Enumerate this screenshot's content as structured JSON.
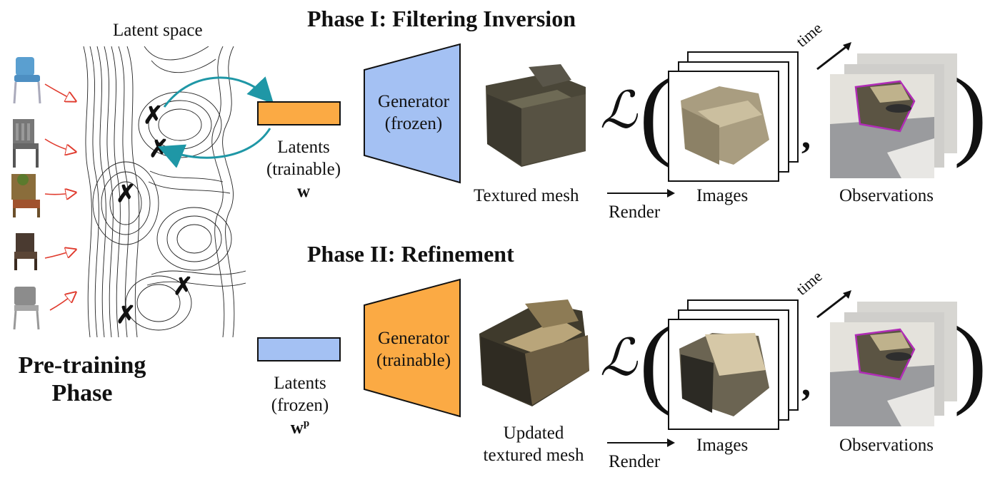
{
  "pretraining": {
    "latent_space_label": "Latent space",
    "phase_line1": "Pre-training",
    "phase_line2": "Phase"
  },
  "phase1": {
    "title": "Phase I: Filtering Inversion",
    "latents_line1": "Latents",
    "latents_line2": "(trainable)",
    "latents_symbol": "w",
    "generator_line1": "Generator",
    "generator_line2": "(frozen)",
    "mesh_label": "Textured mesh",
    "render_label": "Render",
    "images_label": "Images",
    "observations_label": "Observations",
    "time_label": "time",
    "loss_symbol": "ℒ"
  },
  "phase2": {
    "title": "Phase II: Refinement",
    "latents_line1": "Latents",
    "latents_line2": "(frozen)",
    "latents_symbol": "w",
    "latents_superscript": "p",
    "generator_line1": "Generator",
    "generator_line2": "(trainable)",
    "mesh_line1": "Updated",
    "mesh_line2": "textured mesh",
    "render_label": "Render",
    "images_label": "Images",
    "observations_label": "Observations",
    "time_label": "time",
    "loss_symbol": "ℒ"
  },
  "colors": {
    "latent_orange": "#FBAA44",
    "latent_blue": "#A4C1F3",
    "generator_blue": "#A4C1F3",
    "generator_orange": "#FBAA44",
    "teal_arrow": "#1F97A6",
    "red_arrow": "#E03B2E",
    "mask_outline": "#B02CB6"
  },
  "icons": [
    "chair-thumbnail",
    "armchair-mesh",
    "x-mark",
    "arrow"
  ]
}
